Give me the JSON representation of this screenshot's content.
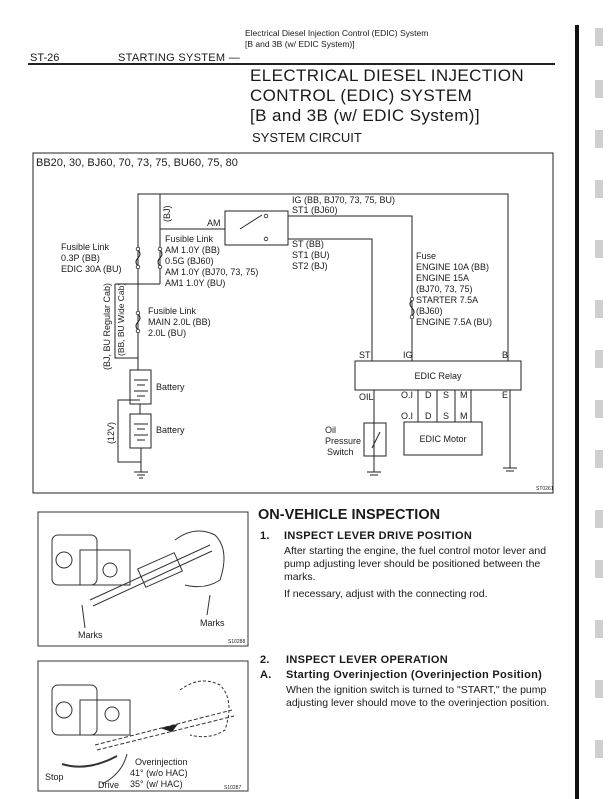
{
  "header": {
    "page_code": "ST-26",
    "section": "STARTING SYSTEM —",
    "subtitle_line1": "Electrical Diesel Injection Control (EDIC) System",
    "subtitle_line2": "[B and 3B (w/ EDIC System)]"
  },
  "title": {
    "line1": "ELECTRICAL DIESEL INJECTION",
    "line2": "CONTROL (EDIC) SYSTEM",
    "line3": "[B and 3B (w/ EDIC System)]",
    "section": "SYSTEM CIRCUIT"
  },
  "circuit": {
    "models": "BB20, 30, BJ60, 70, 73, 75, BU60, 75, 80",
    "bj_label": "(BJ)",
    "am_label": "AM",
    "ig_label1": "IG (BB, BJ70, 73, 75, BU)",
    "ig_label2": "ST1 (BJ60)",
    "st_label1": "ST (BB)",
    "st_label2": "ST1 (BU)",
    "st_label3": "ST2 (BJ)",
    "fl1": [
      "Fusible Link",
      "0.3P (BB)",
      "EDIC 30A (BU)"
    ],
    "fl2": [
      "Fusible Link",
      "AM 1.0Y (BB)",
      "0.5G (BJ60)",
      "AM 1.0Y (BJ70, 73, 75)",
      "AM1 1.0Y (BU)"
    ],
    "fl3": [
      "Fusible Link",
      "MAIN 2.0L (BB)",
      "2.0L (BU)"
    ],
    "regular_cab": "(BJ, BU Regular Cab)",
    "wide_cab": "(BB, BU Wide Cab)",
    "voltage": "(12V)",
    "battery1": "Battery",
    "battery2": "Battery",
    "fuse": [
      "Fuse",
      "ENGINE 10A (BB)",
      "ENGINE 15A",
      "(BJ70, 73, 75)",
      "STARTER 7.5A",
      "(BJ60)",
      "ENGINE 7.5A (BU)"
    ],
    "relay": "EDIC Relay",
    "relay_pins_top": [
      "ST",
      "IG",
      "B"
    ],
    "relay_pins_bottom": [
      "OIL",
      "O.I",
      "D",
      "S",
      "M",
      "E"
    ],
    "motor": "EDIC Motor",
    "motor_pins": [
      "O.I",
      "D",
      "S",
      "M"
    ],
    "oil_switch": [
      "Oil",
      "Pressure",
      "Switch"
    ],
    "figure_code": "ST0261"
  },
  "figure1": {
    "label_left": "Marks",
    "label_right": "Marks",
    "code": "S10288"
  },
  "figure2": {
    "stop": "Stop",
    "drive": "Drive",
    "over": "Overinjection",
    "over1": "41° (w/o HAC)",
    "over2": "35° (w/ HAC)",
    "code": "S10287"
  },
  "inspection": {
    "heading": "ON-VEHICLE INSPECTION",
    "step1_num": "1.",
    "step1_title": "INSPECT LEVER DRIVE POSITION",
    "step1_text": "After starting the engine, the fuel control motor lever and pump adjusting lever should be positioned between the marks.",
    "step1_note": "If necessary, adjust with the connecting rod.",
    "step2_num": "2.",
    "step2_title": "INSPECT LEVER OPERATION",
    "stepA_num": "A.",
    "stepA_title": "Starting Overinjection (Overinjection Position)",
    "stepA_text": "When the ignition switch is turned to \"START,\" the pump adjusting lever should move to the overinjection position."
  }
}
